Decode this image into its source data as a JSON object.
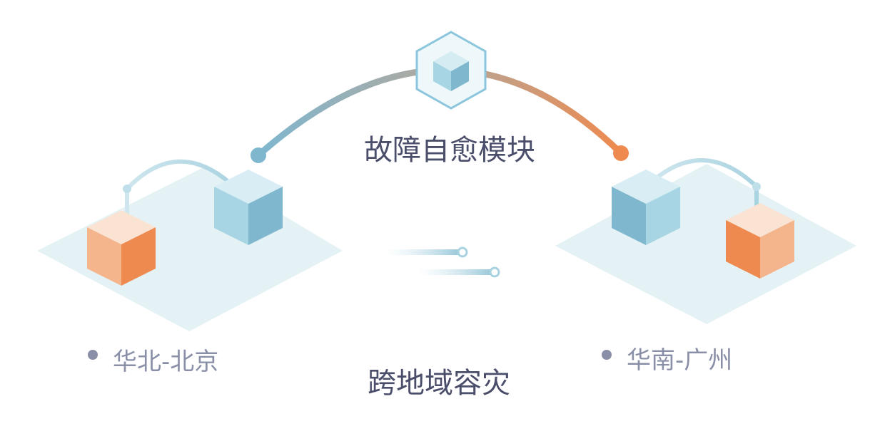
{
  "diagram": {
    "title_top": "故障自愈模块",
    "title_bottom": "跨地域容灾",
    "regions": [
      {
        "label": "华北-北京"
      },
      {
        "label": "华南-广州"
      }
    ],
    "colors": {
      "blue": "#7fb7cf",
      "orange": "#ee8a4f",
      "platform": "#e4f2f5",
      "text": "#4a4e6b",
      "label": "#8a8fa8"
    }
  }
}
